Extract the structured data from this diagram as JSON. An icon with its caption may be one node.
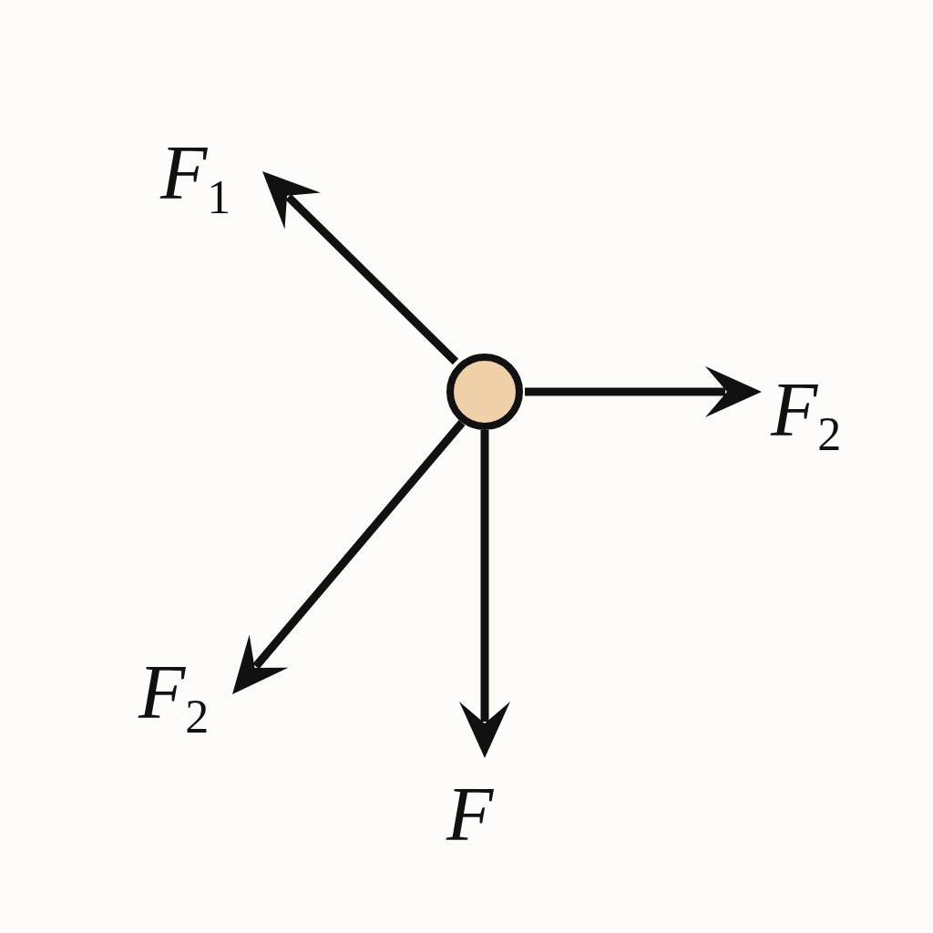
{
  "diagram": {
    "labels": [
      "*F*$_{1}$",
      "*F*$_{2}$",
      "*F*$_{2}$",
      "*F*"
    ]
  }
}
